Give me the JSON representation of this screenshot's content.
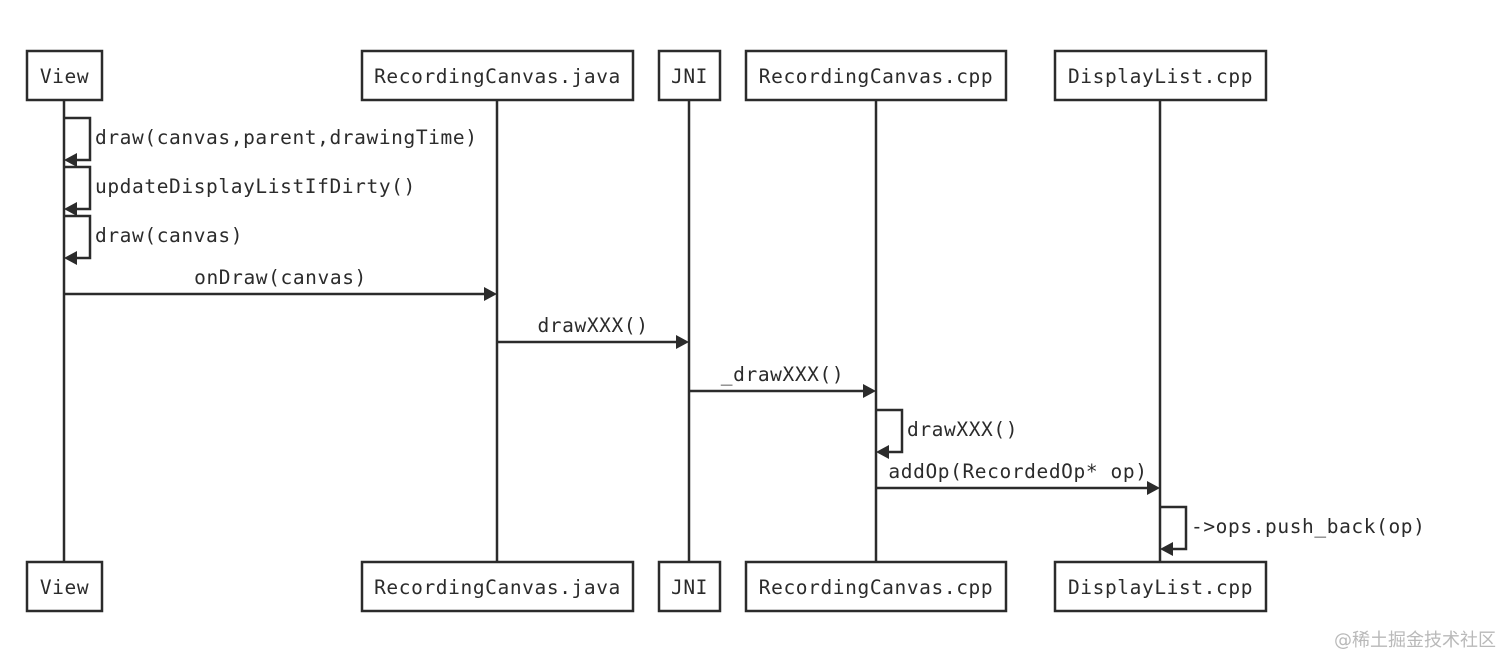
{
  "diagram": {
    "type": "sequence",
    "participants": [
      "View",
      "RecordingCanvas.java",
      "JNI",
      "RecordingCanvas.cpp",
      "DisplayList.cpp"
    ],
    "messages": [
      {
        "from": 0,
        "to": 0,
        "label": "draw(canvas,parent,drawingTime)"
      },
      {
        "from": 0,
        "to": 0,
        "label": "updateDisplayListIfDirty()"
      },
      {
        "from": 0,
        "to": 0,
        "label": "draw(canvas)"
      },
      {
        "from": 0,
        "to": 1,
        "label": "onDraw(canvas)"
      },
      {
        "from": 1,
        "to": 2,
        "label": "drawXXX()"
      },
      {
        "from": 2,
        "to": 3,
        "label": "_drawXXX()"
      },
      {
        "from": 3,
        "to": 3,
        "label": "drawXXX()"
      },
      {
        "from": 3,
        "to": 4,
        "label": "addOp(RecordedOp* op)"
      },
      {
        "from": 4,
        "to": 4,
        "label": "->ops.push_back(op)"
      }
    ],
    "line_color": "#2b2b2b"
  },
  "watermark": "@稀土掘金技术社区"
}
